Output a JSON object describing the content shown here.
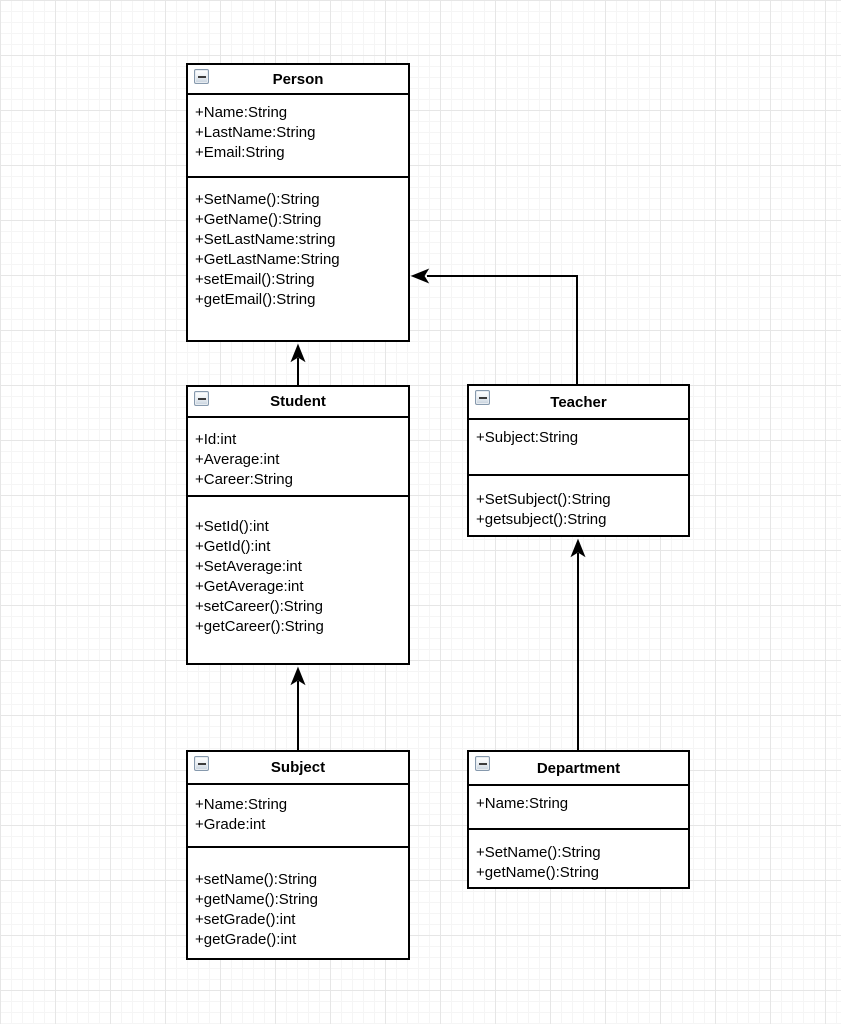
{
  "diagram": {
    "type": "uml-class-diagram",
    "style": {
      "shape_fill": "#ffffff",
      "shape_stroke": "#000000",
      "text_color": "#000000",
      "grid_major": "#e6e6e6",
      "grid_minor": "#f5f5f5"
    },
    "icons": {
      "collapse": "minus-square-icon"
    },
    "classes": [
      {
        "name": "Person",
        "attributes": [
          "+Name:String",
          "+LastName:String",
          "+Email:String"
        ],
        "methods": [
          "+SetName():String",
          "+GetName():String",
          "+SetLastName:string",
          "+GetLastName:String",
          "+setEmail():String",
          "+getEmail():String"
        ]
      },
      {
        "name": "Student",
        "attributes": [
          "+Id:int",
          "+Average:int",
          "+Career:String"
        ],
        "methods": [
          "+SetId():int",
          "+GetId():int",
          "+SetAverage:int",
          "+GetAverage:int",
          "+setCareer():String",
          "+getCareer():String"
        ]
      },
      {
        "name": "Teacher",
        "attributes": [
          "+Subject:String"
        ],
        "methods": [
          "+SetSubject():String",
          "+getsubject():String"
        ]
      },
      {
        "name": "Subject",
        "attributes": [
          "+Name:String",
          "+Grade:int"
        ],
        "methods": [
          "+setName():String",
          "+getName():String",
          "+setGrade():int",
          "+getGrade():int"
        ]
      },
      {
        "name": "Department",
        "attributes": [
          "+Name:String"
        ],
        "methods": [
          "+SetName():String",
          "+getName():String"
        ]
      }
    ],
    "relationships": [
      {
        "from": "Student",
        "to": "Person",
        "type": "directed-association"
      },
      {
        "from": "Teacher",
        "to": "Person",
        "type": "directed-association"
      },
      {
        "from": "Subject",
        "to": "Student",
        "type": "directed-association"
      },
      {
        "from": "Department",
        "to": "Teacher",
        "type": "directed-association"
      }
    ]
  }
}
